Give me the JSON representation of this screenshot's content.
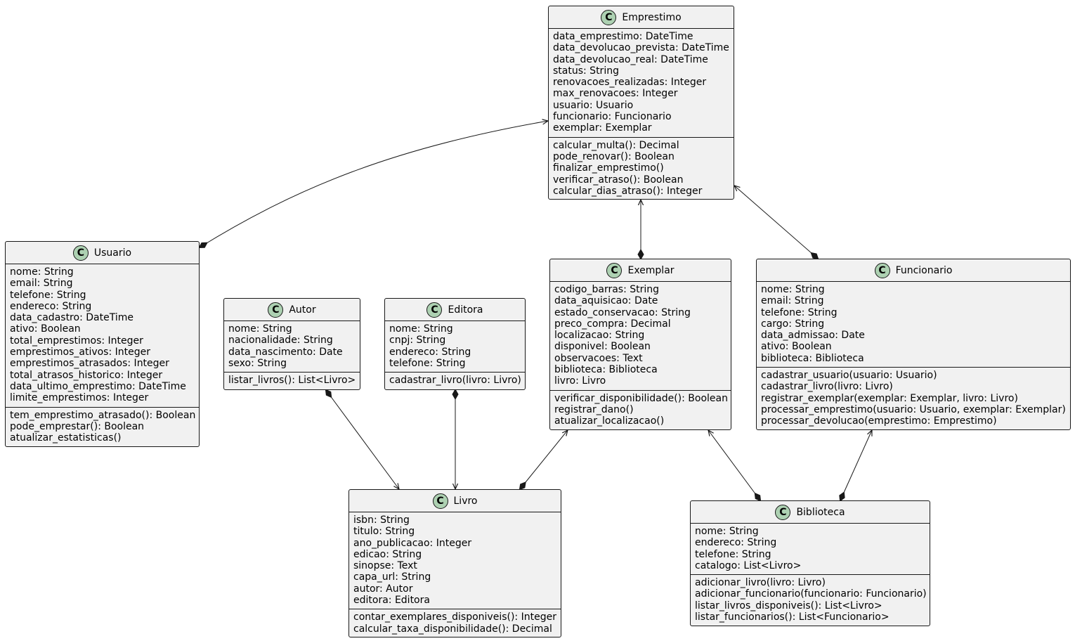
{
  "classes": {
    "emprestimo": {
      "badge": "C",
      "name": "Emprestimo",
      "attributes": [
        "data_emprestimo: DateTime",
        "data_devolucao_prevista: DateTime",
        "data_devolucao_real: DateTime",
        "status: String",
        "renovacoes_realizadas: Integer",
        "max_renovacoes: Integer",
        "usuario: Usuario",
        "funcionario: Funcionario",
        "exemplar: Exemplar"
      ],
      "methods": [
        "calcular_multa(): Decimal",
        "pode_renovar(): Boolean",
        "finalizar_emprestimo()",
        "verificar_atraso(): Boolean",
        "calcular_dias_atraso(): Integer"
      ]
    },
    "usuario": {
      "badge": "C",
      "name": "Usuario",
      "attributes": [
        "nome: String",
        "email: String",
        "telefone: String",
        "endereco: String",
        "data_cadastro: DateTime",
        "ativo: Boolean",
        "total_emprestimos: Integer",
        "emprestimos_ativos: Integer",
        "emprestimos_atrasados: Integer",
        "total_atrasos_historico: Integer",
        "data_ultimo_emprestimo: DateTime",
        "limite_emprestimos: Integer"
      ],
      "methods": [
        "tem_emprestimo_atrasado(): Boolean",
        "pode_emprestar(): Boolean",
        "atualizar_estatisticas()"
      ]
    },
    "autor": {
      "badge": "C",
      "name": "Autor",
      "attributes": [
        "nome: String",
        "nacionalidade: String",
        "data_nascimento: Date",
        "sexo: String"
      ],
      "methods": [
        "listar_livros(): List<Livro>"
      ]
    },
    "editora": {
      "badge": "C",
      "name": "Editora",
      "attributes": [
        "nome: String",
        "cnpj: String",
        "endereco: String",
        "telefone: String"
      ],
      "methods": [
        "cadastrar_livro(livro: Livro)"
      ]
    },
    "exemplar": {
      "badge": "C",
      "name": "Exemplar",
      "attributes": [
        "codigo_barras: String",
        "data_aquisicao: Date",
        "estado_conservacao: String",
        "preco_compra: Decimal",
        "localizacao: String",
        "disponivel: Boolean",
        "observacoes: Text",
        "biblioteca: Biblioteca",
        "livro: Livro"
      ],
      "methods": [
        "verificar_disponibilidade(): Boolean",
        "registrar_dano()",
        "atualizar_localizacao()"
      ]
    },
    "funcionario": {
      "badge": "C",
      "name": "Funcionario",
      "attributes": [
        "nome: String",
        "email: String",
        "telefone: String",
        "cargo: String",
        "data_admissao: Date",
        "ativo: Boolean",
        "biblioteca: Biblioteca"
      ],
      "methods": [
        "cadastrar_usuario(usuario: Usuario)",
        "cadastrar_livro(livro: Livro)",
        "registrar_exemplar(exemplar: Exemplar, livro: Livro)",
        "processar_emprestimo(usuario: Usuario, exemplar: Exemplar)",
        "processar_devolucao(emprestimo: Emprestimo)"
      ]
    },
    "livro": {
      "badge": "C",
      "name": "Livro",
      "attributes": [
        "isbn: String",
        "titulo: String",
        "ano_publicacao: Integer",
        "edicao: String",
        "sinopse: Text",
        "capa_url: String",
        "autor: Autor",
        "editora: Editora"
      ],
      "methods": [
        "contar_exemplares_disponiveis(): Integer",
        "calcular_taxa_disponibilidade(): Decimal"
      ]
    },
    "biblioteca": {
      "badge": "C",
      "name": "Biblioteca",
      "attributes": [
        "nome: String",
        "endereco: String",
        "telefone: String",
        "catalogo: List<Livro>"
      ],
      "methods": [
        "adicionar_livro(livro: Livro)",
        "adicionar_funcionario(funcionario: Funcionario)",
        "listar_livros_disponiveis(): List<Livro>",
        "listar_funcionarios(): List<Funcionario>"
      ]
    }
  },
  "relations": [
    {
      "from": "usuario",
      "to": "emprestimo",
      "type": "composition"
    },
    {
      "from": "exemplar",
      "to": "emprestimo",
      "type": "composition"
    },
    {
      "from": "funcionario",
      "to": "emprestimo",
      "type": "composition"
    },
    {
      "from": "autor",
      "to": "livro",
      "type": "composition"
    },
    {
      "from": "editora",
      "to": "livro",
      "type": "composition"
    },
    {
      "from": "livro",
      "to": "exemplar",
      "type": "composition"
    },
    {
      "from": "biblioteca",
      "to": "exemplar",
      "type": "composition"
    },
    {
      "from": "biblioteca",
      "to": "funcionario",
      "type": "composition"
    }
  ]
}
